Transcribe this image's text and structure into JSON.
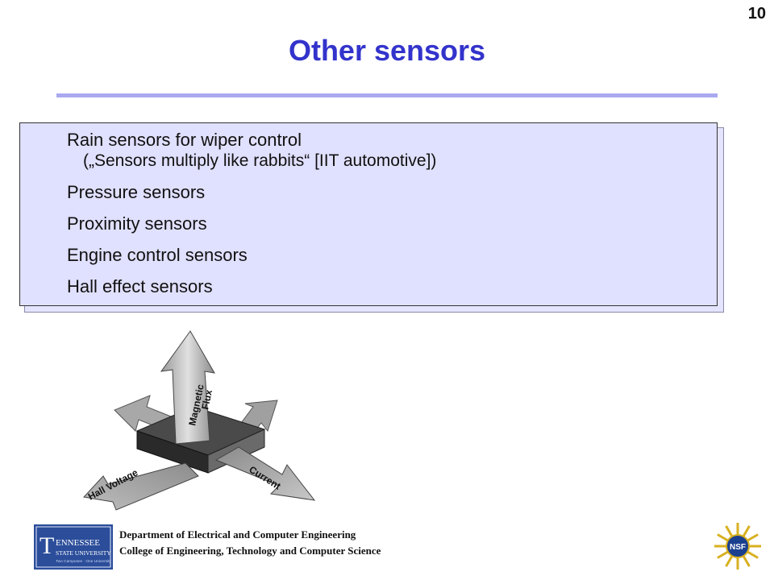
{
  "slide": {
    "number": "10",
    "title": "Other sensors"
  },
  "bullets": [
    {
      "text": "Rain sensors for wiper control",
      "sub": "(„Sensors multiply like rabbits“ [IIT automotive])"
    },
    {
      "text": "Pressure sensors"
    },
    {
      "text": "Proximity sensors"
    },
    {
      "text": "Engine control sensors"
    },
    {
      "text": "Hall effect sensors"
    }
  ],
  "figure": {
    "labels": {
      "flux": [
        "Magnetic",
        "Flux"
      ],
      "current": "Current",
      "voltage": "Hall Voltage"
    }
  },
  "footer": {
    "department": "Department of Electrical and Computer Engineering",
    "college": "College of Engineering, Technology and Computer Science",
    "logo": {
      "initial": "T",
      "name_line1": "ENNESSEE",
      "name_line2": "STATE UNIVERSITY",
      "tagline": "Two Campuses · One University"
    },
    "nsf": "NSF"
  },
  "colors": {
    "title": "#3333cc",
    "box_fill": "#e0e0ff",
    "rule": "#a9a9f0",
    "logo_bg": "#2b4d9a",
    "nsf_gold": "#d8b020",
    "nsf_blue": "#1b3f8f"
  }
}
